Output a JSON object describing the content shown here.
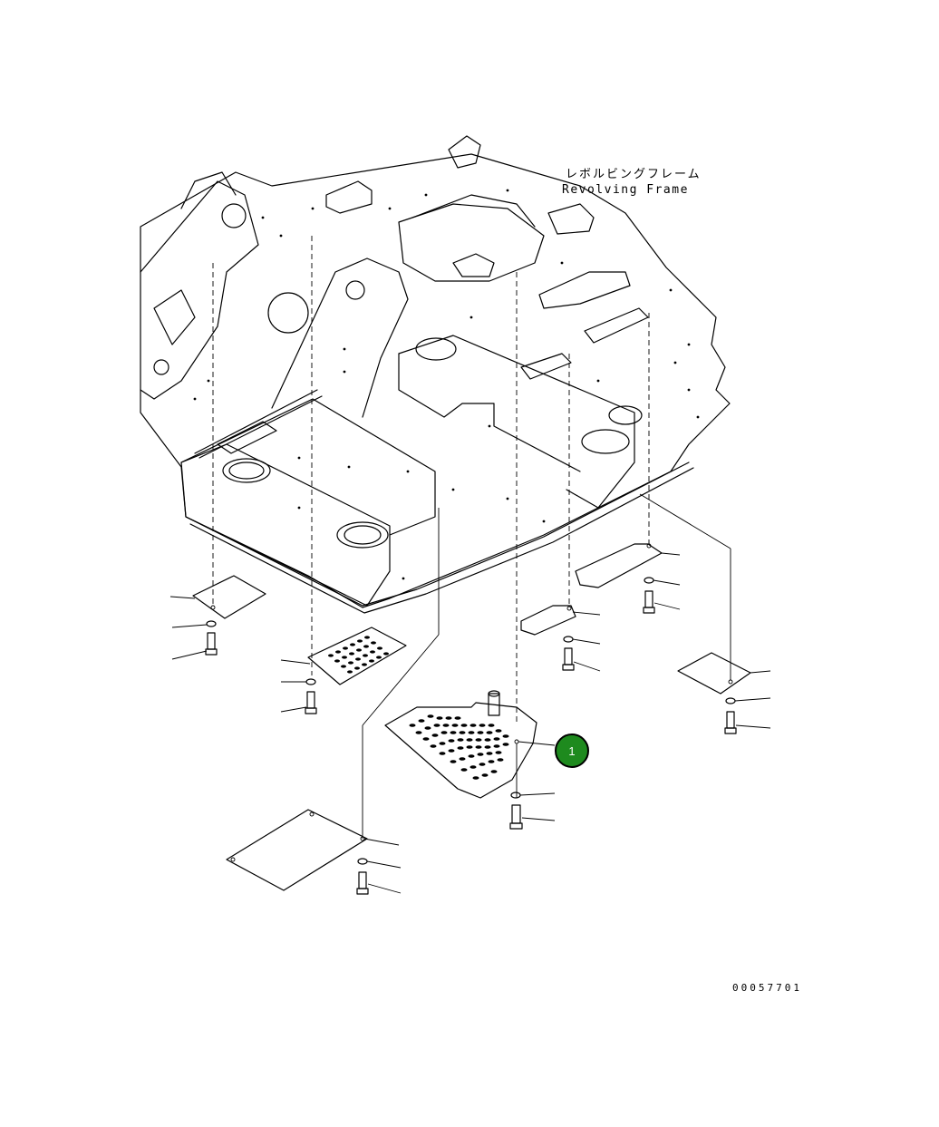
{
  "labels": {
    "frame_jp": "レボルビングフレーム",
    "frame_en": "Revolving Frame",
    "doc_number": "00057701"
  },
  "callouts": [
    {
      "number": "1",
      "color": "#1e8a1e"
    }
  ],
  "colors": {
    "line": "#000000",
    "background": "#ffffff"
  }
}
